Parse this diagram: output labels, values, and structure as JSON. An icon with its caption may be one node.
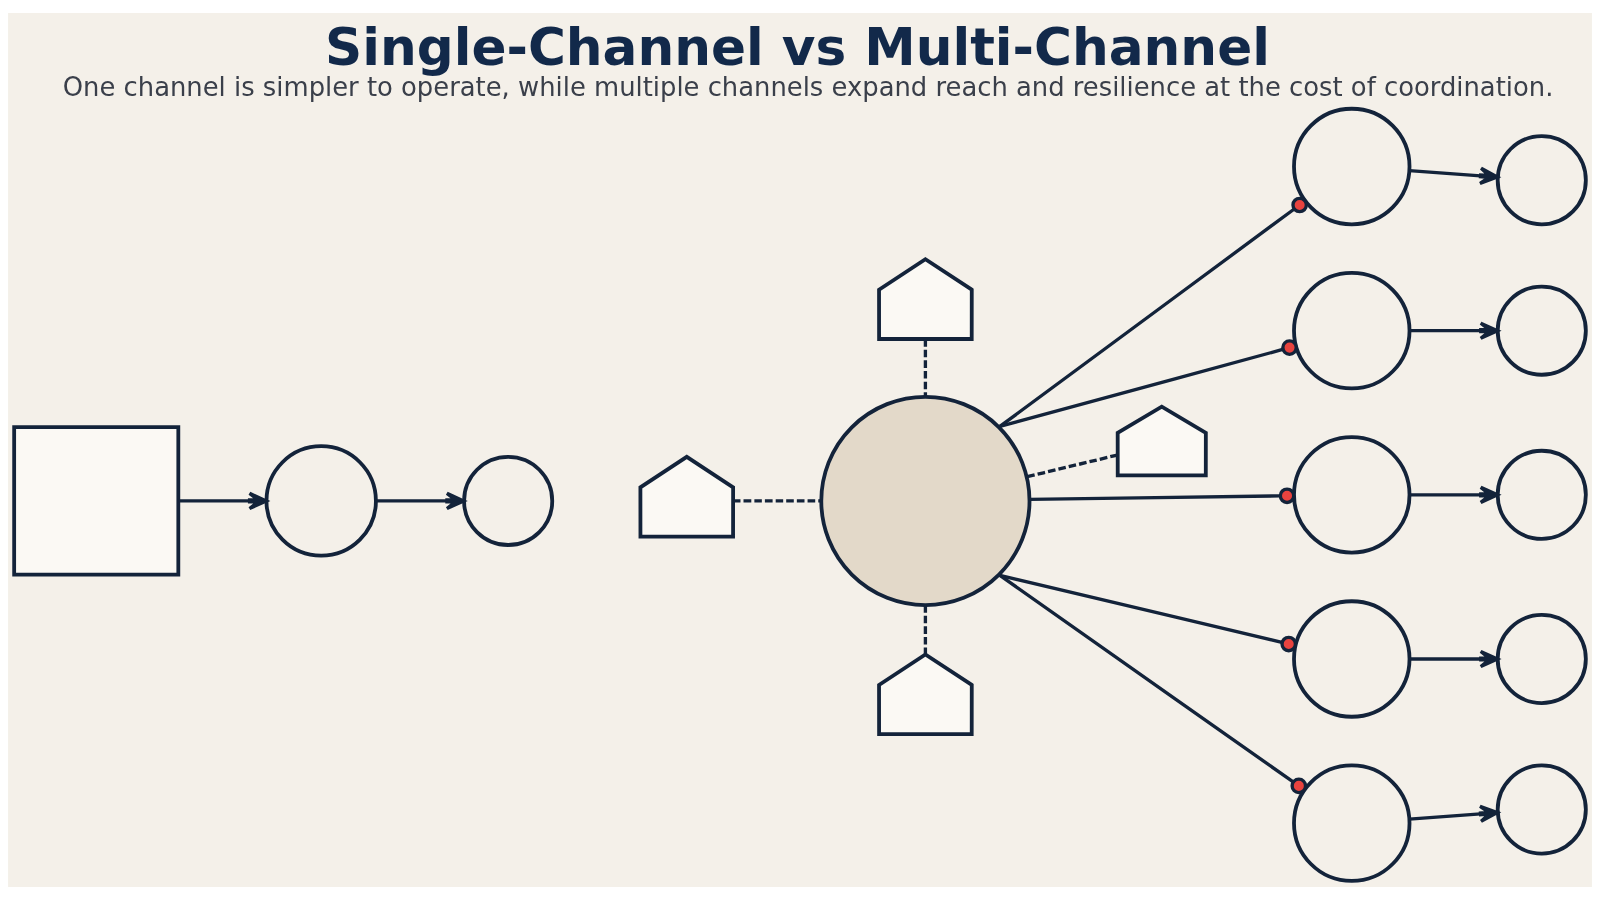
{
  "diagram": {
    "title": "Single-Channel vs Multi-Channel",
    "caption": "One channel is simpler to operate, while multiple channels expand reach and resilience at the cost of coordination.",
    "nodes": [
      {
        "text": [],
        "shape": "box"
      },
      {
        "text": [],
        "shape": "circle"
      },
      {
        "text": [],
        "shape": "person"
      },
      {
        "text": [],
        "shape": "house"
      },
      {
        "text": [],
        "shape": "house"
      },
      {
        "text": [],
        "shape": "circle"
      },
      {
        "text": [],
        "shape": "house"
      },
      {
        "text": [],
        "shape": "house"
      },
      {
        "text": [],
        "shape": "circle"
      },
      {
        "text": [],
        "shape": "circle"
      },
      {
        "text": [],
        "shape": "circle"
      },
      {
        "text": [],
        "shape": "circle"
      },
      {
        "text": [],
        "shape": "circle"
      },
      {
        "text": [],
        "shape": "person"
      },
      {
        "text": [],
        "shape": "person"
      },
      {
        "text": [],
        "shape": "person"
      },
      {
        "text": [],
        "shape": "person"
      },
      {
        "text": [],
        "shape": "person"
      }
    ],
    "edges": [
      {
        "from": 0,
        "to": 1,
        "arrow": "to"
      },
      {
        "from": 1,
        "to": 2,
        "arrow": "to"
      },
      {
        "from": 3,
        "to": 5,
        "arrow": "none",
        "style": "dashed"
      },
      {
        "from": 4,
        "to": 5,
        "arrow": "none",
        "style": "dashed"
      },
      {
        "from": 5,
        "to": 6,
        "arrow": "none",
        "style": "dashed"
      },
      {
        "from": 5,
        "to": 7,
        "arrow": "none",
        "style": "dashed"
      },
      {
        "from": 5,
        "to": 8,
        "arrow": "other"
      },
      {
        "from": 5,
        "to": 9,
        "arrow": "other"
      },
      {
        "from": 5,
        "to": 10,
        "arrow": "other"
      },
      {
        "from": 5,
        "to": 11,
        "arrow": "other"
      },
      {
        "from": 5,
        "to": 12,
        "arrow": "other"
      },
      {
        "from": 8,
        "to": 13,
        "arrow": "to"
      },
      {
        "from": 9,
        "to": 14,
        "arrow": "to"
      },
      {
        "from": 10,
        "to": 15,
        "arrow": "to"
      },
      {
        "from": 11,
        "to": 16,
        "arrow": "to"
      },
      {
        "from": 12,
        "to": 17,
        "arrow": "to"
      }
    ]
  }
}
